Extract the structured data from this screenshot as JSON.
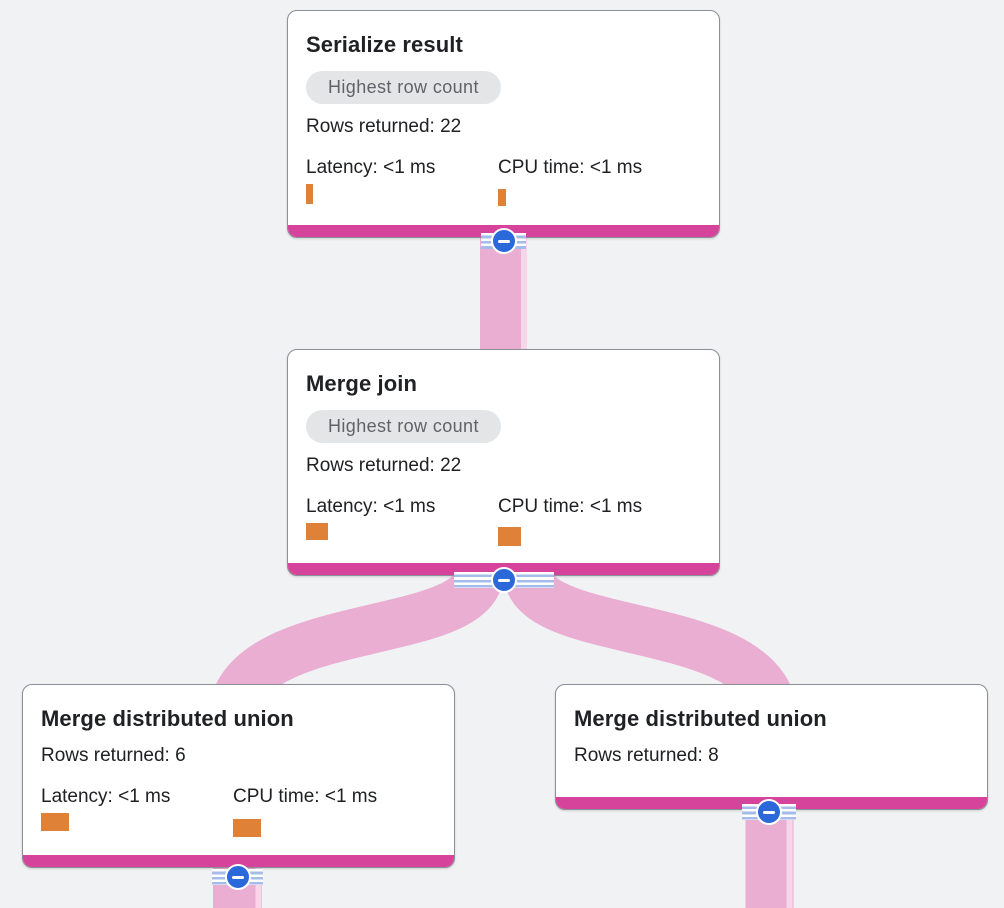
{
  "colors": {
    "bg": "#f1f2f4",
    "card-bg": "#ffffff",
    "card-border": "#8b9096",
    "accent-magenta": "#d6439a",
    "edge-pink": "#eaaed3",
    "edge-pink-light": "#f6d7e9",
    "badge-bg": "#e4e5e7",
    "badge-text": "#5f6368",
    "text": "#202124",
    "bar-orange": "#e08138",
    "button-blue": "#2b68d9",
    "stripe-blue": "#a5bbe9"
  },
  "icons": {
    "collapse_button": "minus-circle-icon"
  },
  "nodes": [
    {
      "title": "Serialize result",
      "badge": "Highest row count",
      "rows": "Rows returned: 22",
      "latency": "Latency: <1 ms",
      "cpu": "CPU time: <1 ms",
      "latency_bar": "width:7px;height:20px",
      "cpu_bar": "width:8px;height:17px;margin-top:9px"
    },
    {
      "title": "Merge join",
      "badge": "Highest row count",
      "rows": "Rows returned: 22",
      "latency": "Latency: <1 ms",
      "cpu": "CPU time: <1 ms",
      "latency_bar": "width:22px;height:17px",
      "cpu_bar": "width:23px;height:19px;margin-top:8px"
    },
    {
      "title": "Merge distributed union",
      "rows": "Rows returned: 6",
      "latency": "Latency: <1 ms",
      "cpu": "CPU time: <1 ms",
      "latency_bar": "width:28px;height:18px",
      "cpu_bar": "width:28px;height:18px;margin-top:10px"
    },
    {
      "title": "Merge distributed union",
      "rows": "Rows returned: 8"
    }
  ]
}
